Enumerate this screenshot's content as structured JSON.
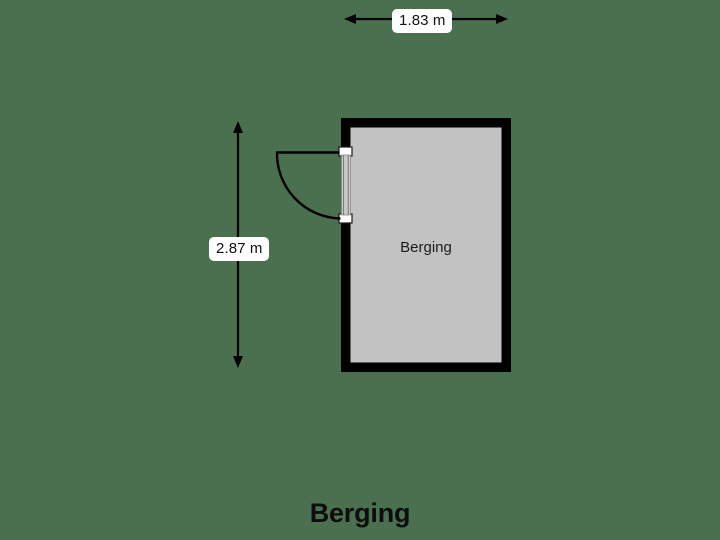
{
  "plan": {
    "title": "Berging",
    "background_color": "#4a7050",
    "wall_color": "#000000",
    "floor_color": "#c2c2c2",
    "label_chip_color": "#ffffff",
    "text_color": "#111111"
  },
  "rooms": [
    {
      "id": "berging",
      "label": "Berging",
      "width_label": "1.83 m",
      "height_label": "2.87 m"
    }
  ],
  "dimensions": {
    "width": {
      "value": "1.83 m",
      "orientation": "horizontal"
    },
    "height": {
      "value": "2.87 m",
      "orientation": "vertical"
    }
  },
  "openings": [
    {
      "type": "door",
      "swing": "left",
      "wall": "left"
    }
  ]
}
